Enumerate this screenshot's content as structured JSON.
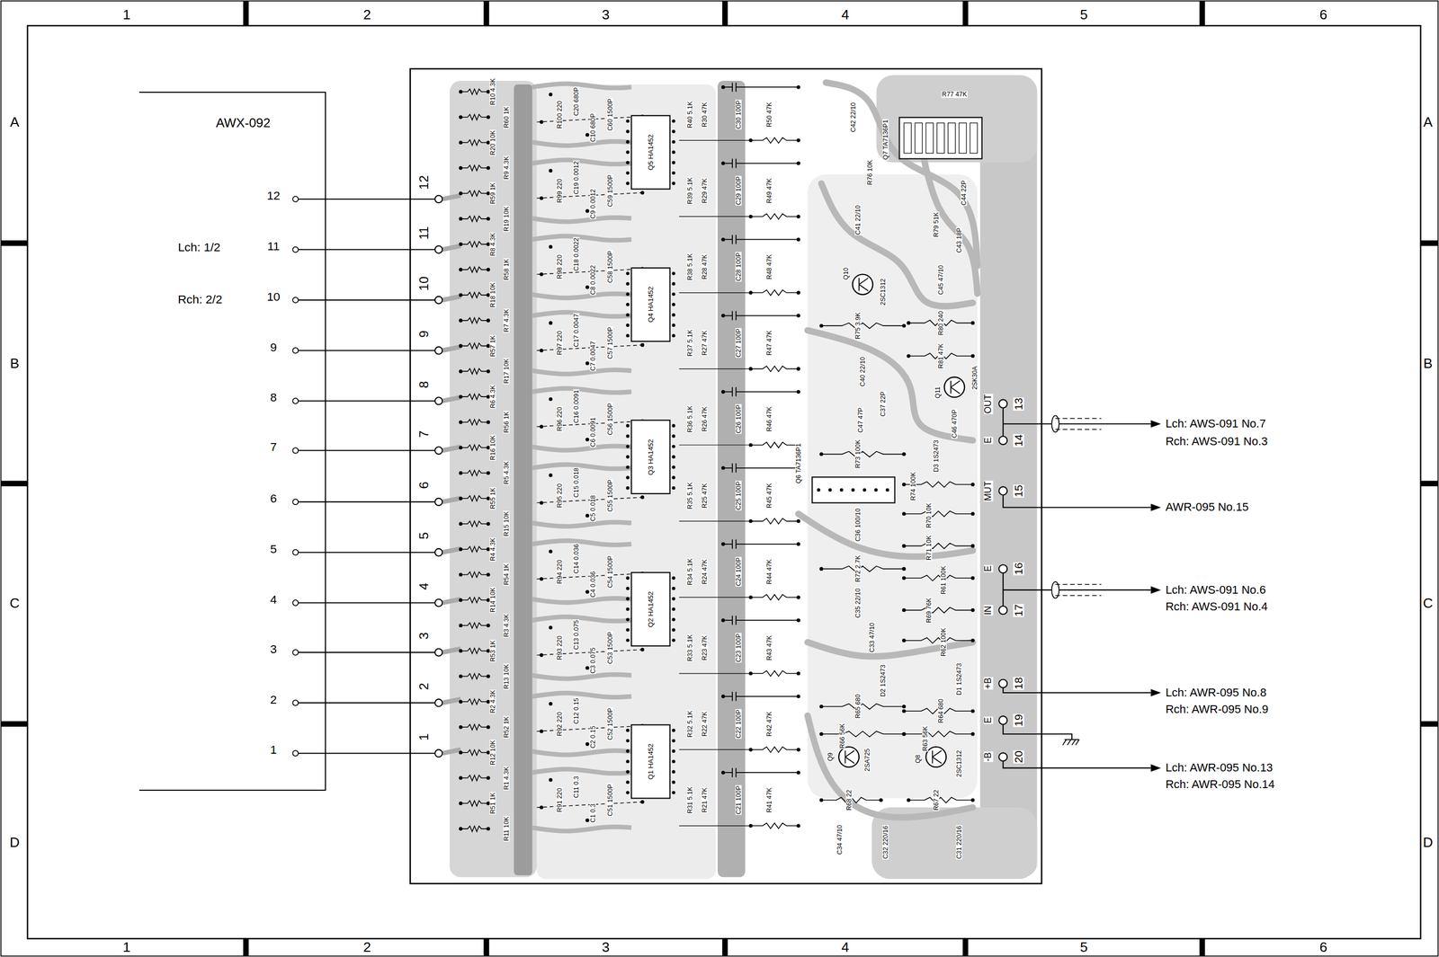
{
  "diagram": {
    "nodes": [
      {
        "text": [
          "AWX-092",
          "12",
          "Lch: 1/2",
          "11",
          "Rch: 2/2",
          "10",
          "9",
          "8",
          "7",
          "6",
          "5",
          "4",
          "3",
          "2",
          "1"
        ]
      }
    ],
    "labels": [
      "1",
      "2",
      "3",
      "4",
      "5",
      "6",
      "1",
      "2",
      "3",
      "4",
      "5",
      "6",
      "A",
      "B",
      "C",
      "D",
      "A",
      "B",
      "C",
      "D",
      "12",
      "11",
      "10",
      "9",
      "8",
      "7",
      "6",
      "5",
      "4",
      "3",
      "2",
      "1",
      "13",
      "OUT",
      "14",
      "E",
      "15",
      "MUT",
      "16",
      "E",
      "17",
      "IN",
      "18",
      "+B",
      "19",
      "E",
      "20",
      "-B",
      "Lch: AWS-091 No.7",
      "Rch: AWS-091 No.3",
      "AWR-095 No.15",
      "Lch: AWS-091 No.6",
      "Rch: AWS-091 No.4",
      "Lch: AWR-095 No.8",
      "Rch: AWR-095 No.9",
      "Lch: AWR-095 No.13",
      "Rch: AWR-095 No.14",
      "R10 4.3K",
      "R60 1K",
      "R20 10K",
      "R9 4.3K",
      "R59 1K",
      "R19 10K",
      "R8 4.3K",
      "R58 1K",
      "R18 10K",
      "R7 4.3K",
      "R57 1K",
      "R17 10K",
      "R6 4.3K",
      "R56 1K",
      "R16 10K",
      "R5 4.3K",
      "R55 1K",
      "R15 10K",
      "R4 4.3K",
      "R54 1K",
      "R14 10K",
      "R3 4.3K",
      "R53 1K",
      "R13 10K",
      "R2 4.3K",
      "R52 1K",
      "R12 10K",
      "R1 4.3K",
      "R51 1K",
      "R11 10K",
      "C20 680P",
      "C10 680P",
      "R100 220",
      "C60 1500P",
      "R40 5.1K",
      "R30 47K",
      "C30 100P",
      "R50 47K",
      "C19 0.0012",
      "C9 0.0012",
      "R99 220",
      "C59 1500P",
      "R39 5.1K",
      "R29 47K",
      "C29 100P",
      "R49 47K",
      "C18 0.0022",
      "C8 0.0022",
      "R98 220",
      "C58 1500P",
      "R38 5.1K",
      "R28 47K",
      "C28 100P",
      "R48 47K",
      "C17 0.0047",
      "C7 0.0047",
      "R97 220",
      "C57 1500P",
      "R37 5.1K",
      "R27 47K",
      "C27 100P",
      "R47 47K",
      "C16 0.0091",
      "C6 0.0091",
      "R96 220",
      "C56 1500P",
      "R36 5.1K",
      "R26 47K",
      "C26 100P",
      "R46 47K",
      "C15 0.018",
      "C5 0.018",
      "R95 220",
      "C55 1500P",
      "R35 5.1K",
      "R25 47K",
      "C25 100P",
      "R45 47K",
      "C14 0.036",
      "C4 0.036",
      "R94 220",
      "C54 1500P",
      "R34 5.1K",
      "R24 47K",
      "C24 100P",
      "R44 47K",
      "C13 0.075",
      "C3 0.075",
      "R93 220",
      "C53 1500P",
      "R33 5.1K",
      "R23 47K",
      "C23 100P",
      "R43 47K",
      "C12 0.15",
      "C2 0.15",
      "R92 220",
      "C52 1500P",
      "R32 5.1K",
      "R22 47K",
      "C22 100P",
      "R42 47K",
      "C11 0.3",
      "C1 0.3",
      "R91 220",
      "C51 1500P",
      "R31 5.1K",
      "R21 47K",
      "C21 100P",
      "R41 47K",
      "Q5 HA1452",
      "Q4 HA1452",
      "Q3 HA1452",
      "Q2 HA1452",
      "Q1 HA1452",
      "Q7 TA7136P1",
      "C42 22/10",
      "R76 10K",
      "R77 47K",
      "C44 22P",
      "C41 22/10",
      "R79 51K",
      "C43 18P",
      "C45 47/10",
      "Q10",
      "2SC1312",
      "R75 3.9K",
      "R80 240",
      "R81 47K",
      "C40 22/10",
      "Q11",
      "2SK30A",
      "C37 22P",
      "C47 47P",
      "C46 470P",
      "R73 100K",
      "D3 1S2473",
      "R74 100K",
      "Q6 TA7136P1",
      "C36 100/10",
      "R70 10K",
      "R71 10K",
      "R72 2.7K",
      "C35 22/10",
      "R61 100K",
      "R69 76K",
      "R62 100K",
      "C33 47/10",
      "D2 1S2473",
      "D1 1S2473",
      "R65 680",
      "R66 56K",
      "R64 680",
      "R63 56K",
      "Q9",
      "2SA725",
      "Q8",
      "2SC1312",
      "R68 22",
      "R67 22",
      "C34 47/10",
      "C32 220/16",
      "C31 220/16"
    ]
  }
}
